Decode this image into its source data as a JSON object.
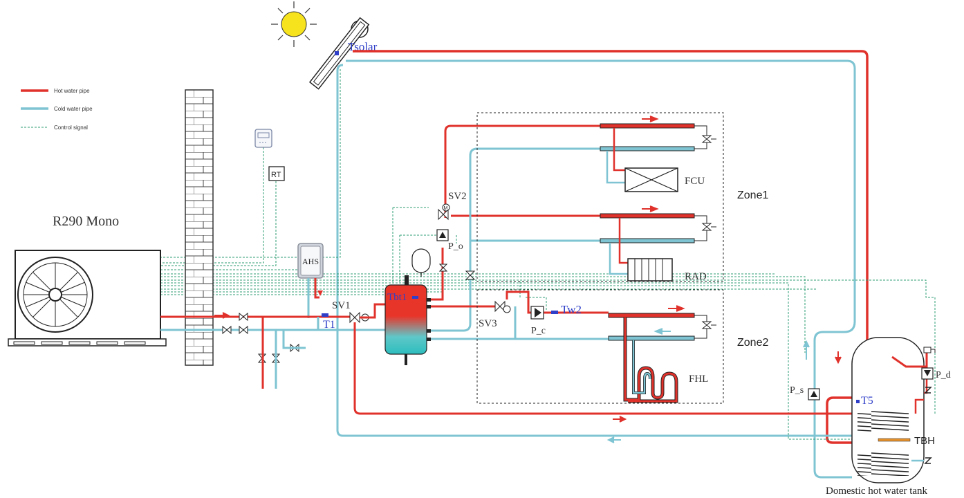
{
  "legend": {
    "hot": "Hot water pipe",
    "cold": "Cold water pipe",
    "control": "Control signal"
  },
  "labels": {
    "unit": "R290 Mono",
    "tsolar": "Tsolar",
    "rt": "RT",
    "ahs": "AHS",
    "t1": "T1",
    "sv1": "SV1",
    "sv2": "SV2",
    "sv3": "SV3",
    "p_o": "P_o",
    "p_c": "P_c",
    "tw2": "Tw2",
    "tbt1": "Tbt1",
    "fcu": "FCU",
    "rad": "RAD",
    "fhl": "FHL",
    "zone1": "Zone1",
    "zone2": "Zone2",
    "p_s": "P_s",
    "p_d": "P_d",
    "t5": "T5",
    "tbh": "TBH",
    "tank": "Domestic hot water tank"
  },
  "colors": {
    "hot": "#e0312b",
    "cold": "#7ec4d2",
    "control": "#2e9e73",
    "sensor": "#2f3fc8",
    "sun": "#f7e31d"
  }
}
